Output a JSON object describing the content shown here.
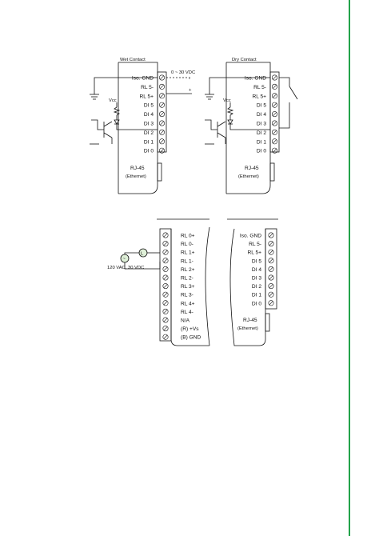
{
  "page": {
    "accent_bar_color": "#22a34a"
  },
  "wet_contact": {
    "title": "Wet Contact",
    "voltage_label": "0 ~ 30 VDC",
    "plus_label": "+",
    "minus_label": "-",
    "vcc_label": "Vcc",
    "pins": [
      "Iso. GND",
      "RL 5-",
      "RL 5+",
      "DI 5",
      "DI 4",
      "DI 3",
      "DI 2",
      "DI 1",
      "DI 0"
    ],
    "rj45_label": "RJ-45",
    "ethernet_label": "(Ethernet)"
  },
  "dry_contact": {
    "title": "Dry Contact",
    "vcc_label": "Vcc",
    "pins": [
      "Iso. GND",
      "RL 5-",
      "RL 5+",
      "DI 5",
      "DI 4",
      "DI 3",
      "DI 2",
      "DI 1",
      "DI 0"
    ],
    "rj45_label": "RJ-45",
    "ethernet_label": "(Ethernet)"
  },
  "relay_module": {
    "pins": [
      "RL 0+",
      "RL 0-",
      "RL 1+",
      "RL 1-",
      "RL 2+",
      "RL 2-",
      "RL 3+",
      "RL 3-",
      "RL 4+",
      "RL 4-",
      "N/A",
      "(R) +Vs",
      "(B) GND"
    ],
    "load_label": "L",
    "source_label": "~",
    "supply_label": "120 VAC, 30 VDC"
  },
  "right_module": {
    "pins": [
      "Iso. GND",
      "RL 5-",
      "RL 5+",
      "DI 5",
      "DI 4",
      "DI 3",
      "DI 2",
      "DI 1",
      "DI 0"
    ],
    "rj45_label": "RJ-45",
    "ethernet_label": "(Ethernet)"
  }
}
